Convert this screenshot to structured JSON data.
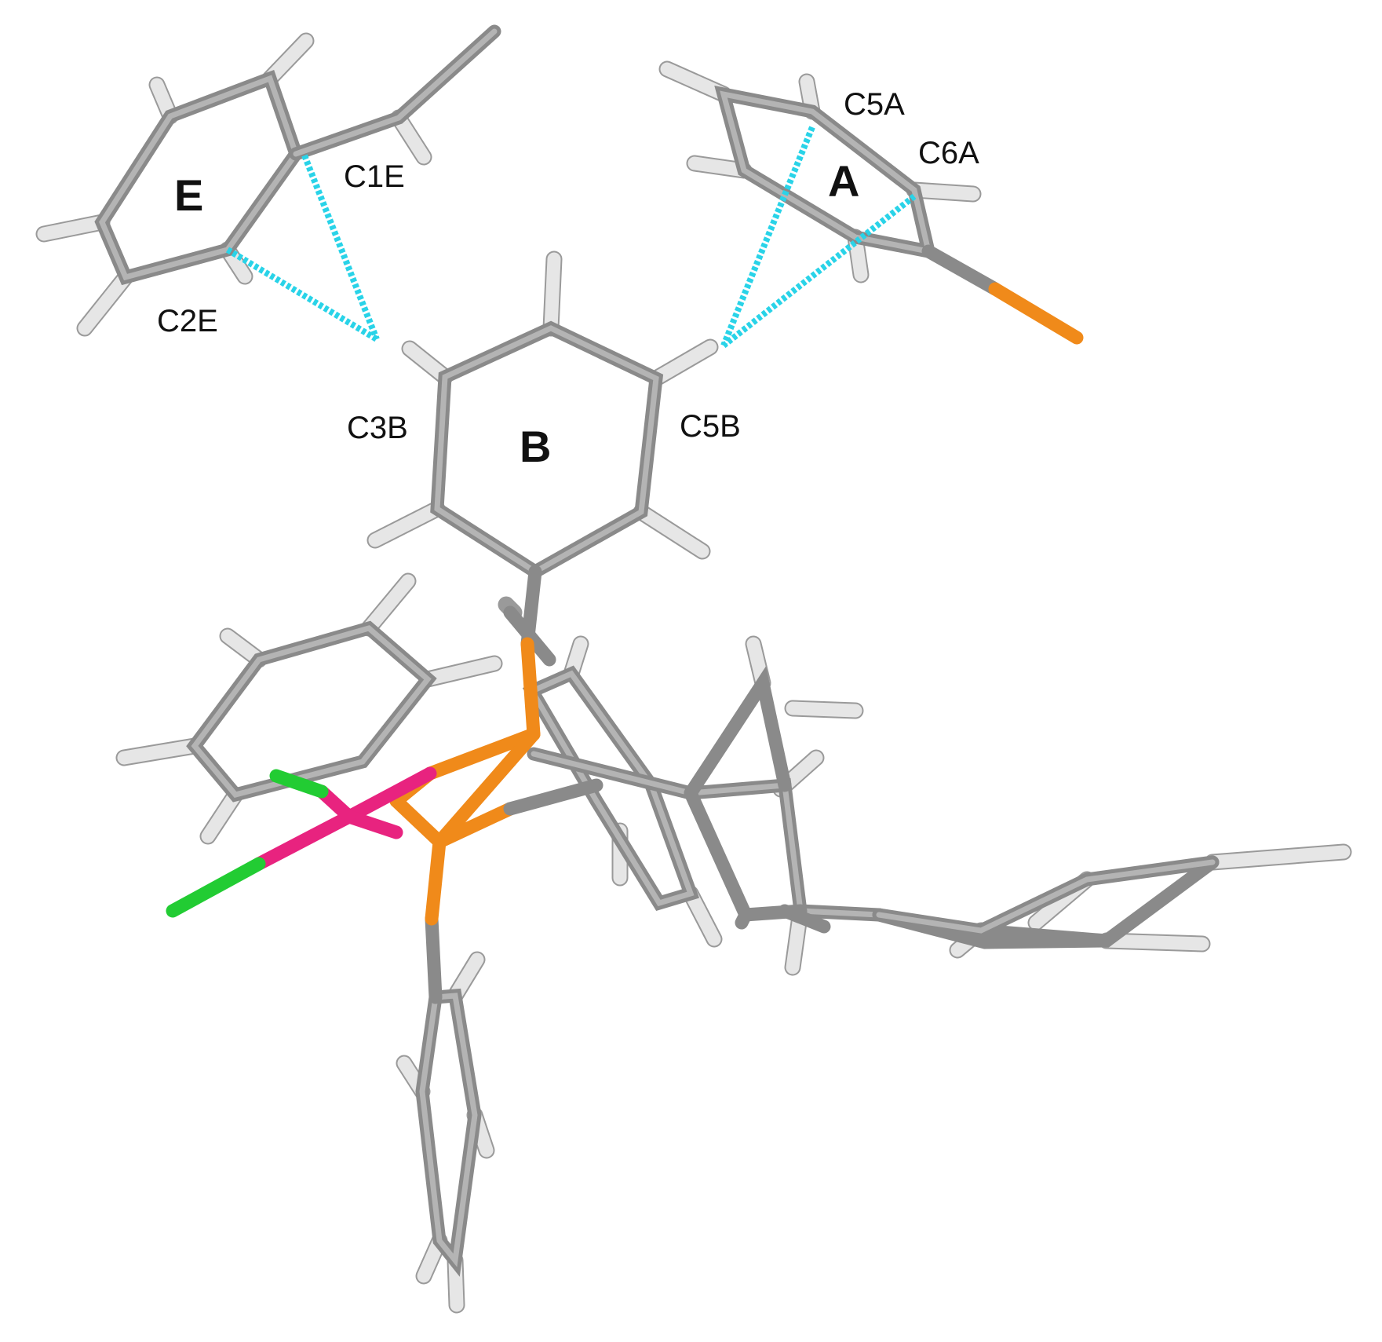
{
  "figure": {
    "rings": [
      {
        "id": "E",
        "label": "E"
      },
      {
        "id": "A",
        "label": "A"
      },
      {
        "id": "B",
        "label": "B"
      }
    ],
    "atom_labels": {
      "C1E": "C1E",
      "C2E": "C2E",
      "C5A": "C5A",
      "C6A": "C6A",
      "C3B": "C3B",
      "C5B": "C5B"
    },
    "element_colors": {
      "carbon": "#8a8a8a",
      "hydrogen": "#e6e6e6",
      "phosphorus": "#f08a1a",
      "metal": "#e8237f",
      "chlorine": "#22cc33",
      "contact": "#29d3e8"
    }
  }
}
